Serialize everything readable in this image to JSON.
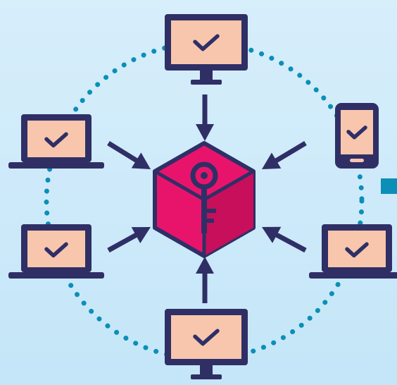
{
  "colors": {
    "background_top": "#d7eefb",
    "background_bottom": "#c4e6f8",
    "dotted_ring": "#0b8fb8",
    "device_frame": "#2f2f66",
    "screen_fill": "#f7c6ad",
    "check_stroke": "#2f2f66",
    "hub_fill": "#e8146c",
    "hub_shade": "#c70f5c",
    "hub_outline": "#2f2f66",
    "arrow_fill": "#2f2f66",
    "accent_square": "#0b8fb8"
  },
  "diagram": {
    "center_node": {
      "icon": "key-icon",
      "shape": "hexagon-cube"
    },
    "devices": [
      {
        "id": "top",
        "kind": "monitor",
        "status_icon": "checkmark-icon"
      },
      {
        "id": "top-right",
        "kind": "phone",
        "status_icon": "checkmark-icon"
      },
      {
        "id": "right",
        "kind": "laptop",
        "status_icon": "checkmark-icon"
      },
      {
        "id": "bottom",
        "kind": "monitor",
        "status_icon": "checkmark-icon"
      },
      {
        "id": "bottom-left",
        "kind": "laptop",
        "status_icon": "checkmark-icon"
      },
      {
        "id": "top-left",
        "kind": "laptop",
        "status_icon": "checkmark-icon"
      }
    ],
    "edges": [
      {
        "from": "top",
        "to": "center"
      },
      {
        "from": "top-right",
        "to": "center"
      },
      {
        "from": "right",
        "to": "center"
      },
      {
        "from": "bottom",
        "to": "center"
      },
      {
        "from": "bottom-left",
        "to": "center"
      },
      {
        "from": "top-left",
        "to": "center"
      }
    ],
    "ring": "dotted-circle"
  }
}
